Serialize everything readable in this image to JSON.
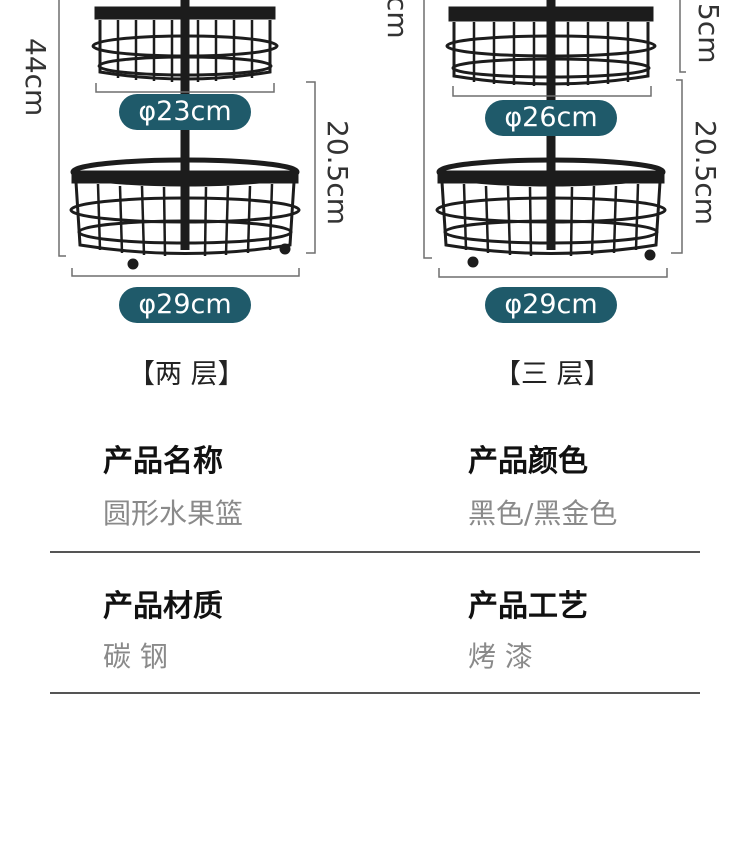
{
  "left_product": {
    "height_label": "44cm",
    "spacing_label": "20.5cm",
    "top_diameter": "φ23cm",
    "bottom_diameter": "φ29cm",
    "caption": "【两 层】"
  },
  "right_product": {
    "top_height_label_partial": "cm",
    "top_spacing_label_partial": "5cm",
    "spacing_label": "20.5cm",
    "top_diameter": "φ26cm",
    "bottom_diameter": "φ29cm",
    "caption": "【三 层】"
  },
  "colors": {
    "pill": "#1f5a6a",
    "basket": "#1c1c1c",
    "rule": "#555555",
    "value_text": "#8a8a8a"
  },
  "specs": [
    {
      "title": "产品名称",
      "value": "圆形水果篮"
    },
    {
      "title": "产品颜色",
      "value": "黑色/黑金色"
    },
    {
      "title": "产品材质",
      "value": "碳 钢"
    },
    {
      "title": "产品工艺",
      "value": "烤 漆"
    }
  ]
}
